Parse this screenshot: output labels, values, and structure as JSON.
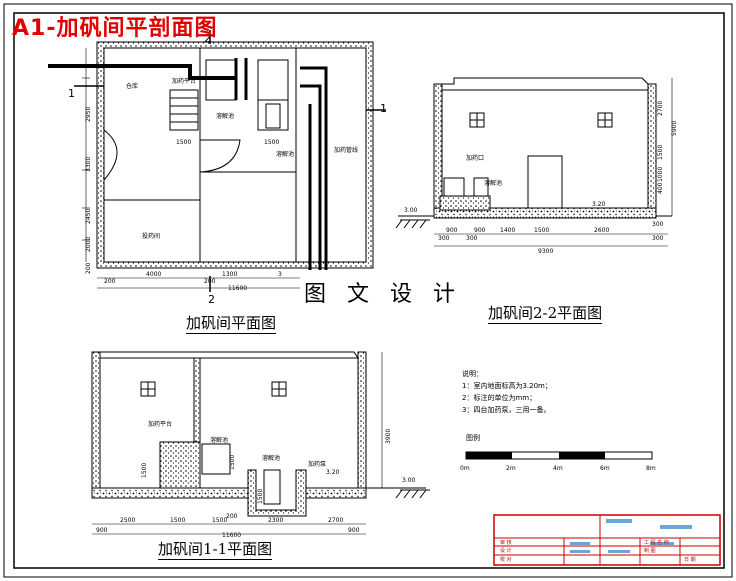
{
  "title": "A1-加矾间平剖面图",
  "watermark": "图 文 设 计",
  "captions": {
    "plan": "加矾间平面图",
    "section22": "加矾间2-2平面图",
    "section11": "加矾间1-1平面图"
  },
  "plan": {
    "section_marks": [
      "1",
      "1",
      "2",
      "2"
    ],
    "rooms": [
      "仓库",
      "溶解池",
      "投药间",
      "加药管线"
    ],
    "labels": [
      "加药平台",
      "溶解池"
    ],
    "dims_left": [
      "2950",
      "3300",
      "2450",
      "2000",
      "200"
    ],
    "dims_inner": [
      "1500",
      "1500"
    ],
    "dims_bottom": [
      "200",
      "4000",
      "200",
      "1300",
      "3"
    ],
    "dims_total": [
      "11600"
    ]
  },
  "section22": {
    "labels": [
      "加药口",
      "溶解池"
    ],
    "elevations": [
      "3.00",
      "3.20"
    ],
    "dims_right": [
      "2700",
      "5900",
      "1500",
      "1000",
      "400",
      "300"
    ],
    "dims_bottom": [
      "300",
      "900",
      "300",
      "900",
      "1400",
      "1500",
      "2600",
      "300"
    ],
    "dims_total": "9300"
  },
  "section11": {
    "labels": [
      "加药平台",
      "溶解池",
      "溶解池",
      "加药泵"
    ],
    "elevations": [
      "3.00",
      "3.20",
      "200"
    ],
    "dims_right": [
      "3900"
    ],
    "dims_inner": [
      "1500",
      "1500",
      "1500"
    ],
    "dims_bottom": [
      "2500",
      "1500",
      "1500",
      "2300",
      "2700"
    ],
    "dims_total": [
      "11600",
      "900",
      "900"
    ]
  },
  "notes": {
    "heading": "说明：",
    "items": [
      "1：室内地面标高为3.20m；",
      "2：标注的单位为mm；",
      "3：四台加药泵，三用一备。"
    ]
  },
  "scale_bar": {
    "label": "图例",
    "ticks": [
      "0m",
      "2m",
      "4m",
      "6m",
      "8m"
    ]
  },
  "title_block": {
    "cells": [
      "工 程 名 称",
      "审 核",
      "设 计",
      "校 对",
      "制 图",
      "日 期"
    ]
  }
}
